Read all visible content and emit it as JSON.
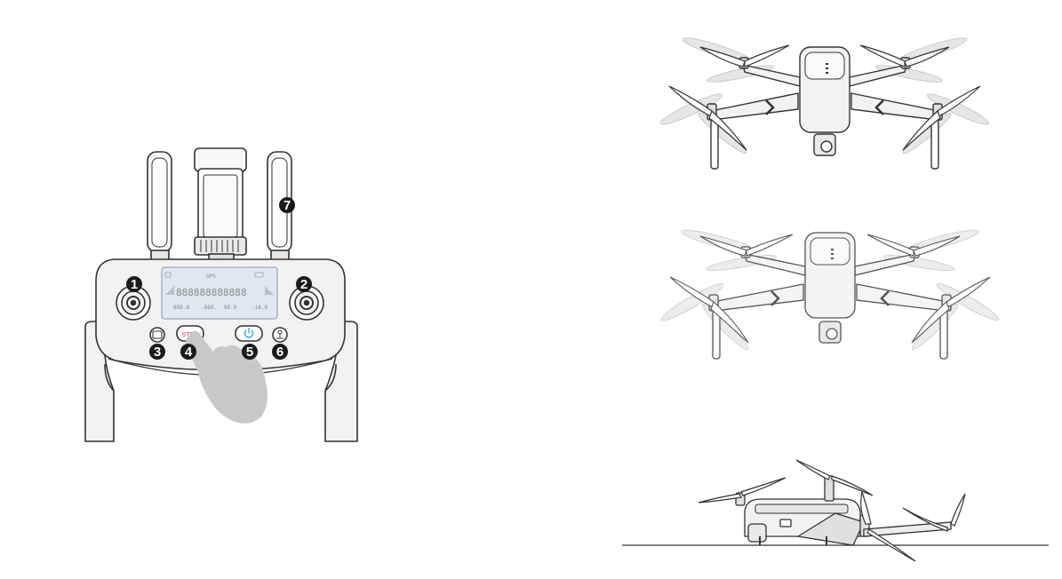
{
  "controller": {
    "callouts": [
      "1",
      "2",
      "3",
      "4",
      "5",
      "6",
      "7"
    ],
    "stop_label": "STOP",
    "lcd_top_line": "GPS",
    "lcd_digits": "888888888888",
    "lcd_readouts": [
      "888.8",
      "-888.",
      "88.8",
      "-18.8"
    ],
    "icons": [
      "photo-icon",
      "power-icon",
      "return-home-icon"
    ]
  },
  "drones": {
    "views": [
      "drone-hover-high",
      "drone-hover-low",
      "drone-landed"
    ]
  },
  "colors": {
    "line": "#333333",
    "fill_light": "#f2f2f2",
    "fill_mid": "#d9d9d9",
    "blade_ghost": "#c8c8c8",
    "callout_bg": "#1a1a1a",
    "stop_red": "#e0393e",
    "power_blue": "#35a7e0",
    "lcd_blue": "#dfe7f0"
  }
}
